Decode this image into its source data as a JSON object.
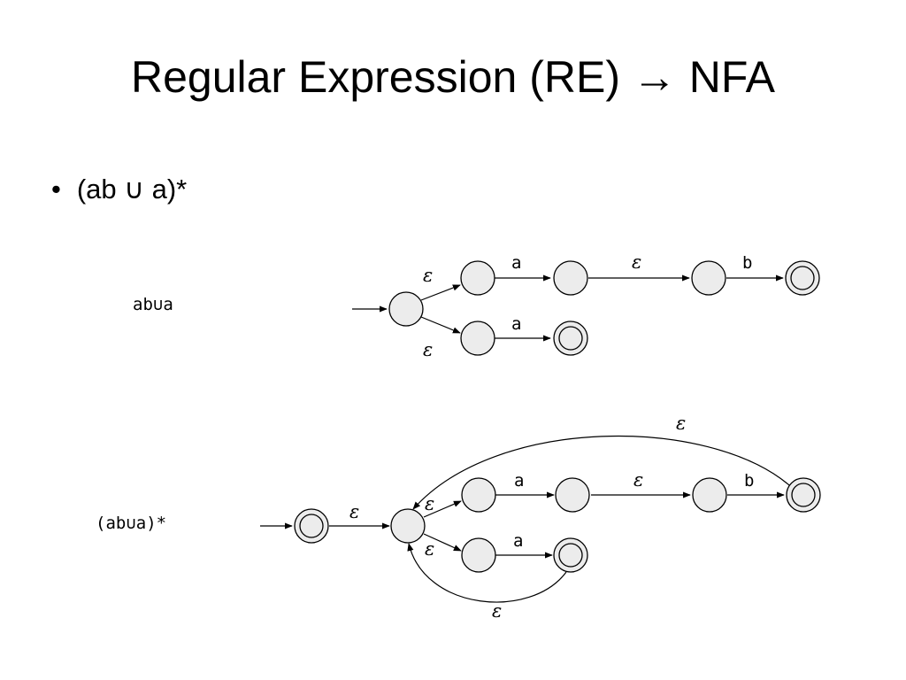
{
  "slide": {
    "title": "Regular Expression (RE) → NFA",
    "bullet_dot": "•",
    "bullet_text": "(ab ∪ a)*"
  },
  "diagram_top": {
    "expression": "ab∪a",
    "labels": {
      "eps_upper": "ε",
      "eps_lower": "ε",
      "a_upper": "a",
      "eps_middle": "ε",
      "b_upper": "b",
      "a_lower": "a"
    }
  },
  "diagram_bottom": {
    "expression": "(ab∪a)*",
    "labels": {
      "eps_start": "ε",
      "eps_upper": "ε",
      "eps_lower": "ε",
      "a_upper": "a",
      "eps_middle": "ε",
      "b_upper": "b",
      "a_lower": "a",
      "eps_loop_top": "ε",
      "eps_loop_bottom": "ε"
    }
  }
}
